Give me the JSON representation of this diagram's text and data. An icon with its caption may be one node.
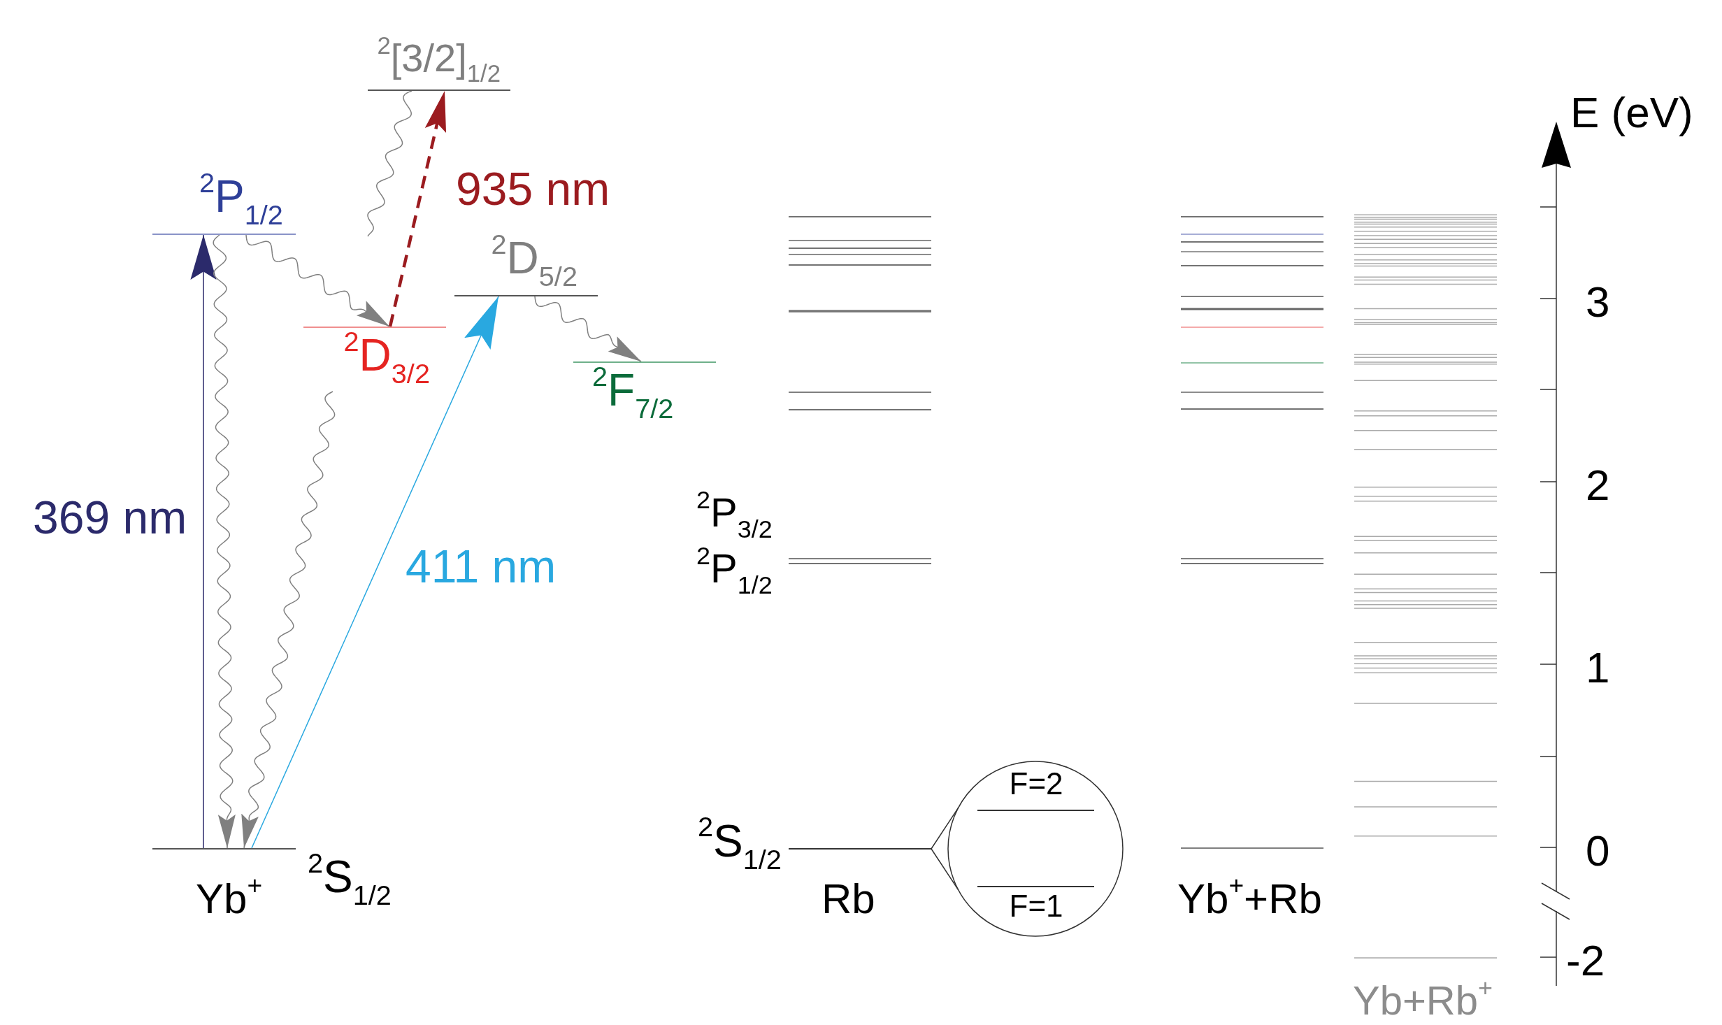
{
  "diagram": {
    "nodes": [
      {
        "text": [
          "$^{2}$[3/2]$_{1/2}$"
        ]
      },
      {
        "text": [
          "$^{2}$P$_{1/2}$"
        ]
      },
      {
        "text": [
          "$^{2}$D$_{3/2}$"
        ]
      },
      {
        "text": [
          "$^{2}$D$_{5/2}$"
        ]
      },
      {
        "text": [
          "$^{2}$F$_{7/2}$"
        ]
      },
      {
        "text": [
          "$^{2}$S$_{1/2}$"
        ]
      },
      {
        "text": [
          "$^{2}$S$_{1/2}$"
        ]
      },
      {
        "text": [],
        "shape": "circle"
      },
      {
        "text": [
          "F=2"
        ],
        "in": 7
      },
      {
        "text": [
          "F=1"
        ],
        "in": 7
      }
    ],
    "edges": [
      {
        "from": 5,
        "to": 1,
        "arrow": "to",
        "label": "369 nm",
        "color": "#2b2a6b"
      },
      {
        "from": 5,
        "to": 3,
        "arrow": "to",
        "label": "411 nm",
        "color": "#29a8e0"
      },
      {
        "from": 2,
        "to": 0,
        "arrow": "to",
        "label": "935 nm",
        "style": "dashed",
        "color": "#9b1b1f"
      },
      {
        "from": 1,
        "to": 5,
        "arrow": "to"
      },
      {
        "from": 2,
        "to": 5,
        "arrow": "to"
      },
      {
        "from": 1,
        "to": 2,
        "arrow": "to"
      },
      {
        "from": 0,
        "to": null,
        "arrow": "none"
      },
      {
        "from": 3,
        "to": 4,
        "arrow": "to"
      },
      {
        "from": 6,
        "to": 7,
        "arrow": "none",
        "color": "#333333"
      }
    ],
    "labels": [
      "E (eV)",
      "3",
      "2",
      "$^{2}$P$_{3/2}$",
      "$^{2}$P$_{1/2}$",
      "1",
      "0",
      "Yb$^{+}$",
      "Rb",
      "Yb$^{+}$+Rb",
      "-2",
      "Yb+Rb$^{+}$"
    ]
  }
}
